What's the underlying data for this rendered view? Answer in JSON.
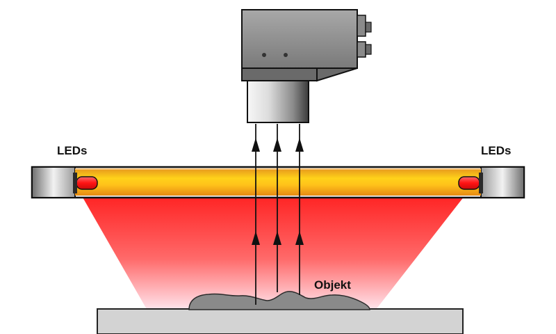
{
  "labels": {
    "leds_left": "LEDs",
    "leds_right": "LEDs",
    "object": "Objekt"
  },
  "colors": {
    "light_cone_top": "#ff2a2a",
    "light_cone_bottom": "#ffe3ec",
    "led_strip_center": "#ffd21a",
    "led_strip_edge": "#e8a21a",
    "led_emitter": "#ff1a1a",
    "camera_body": "#8a8a8a",
    "object": "#808080",
    "stage": "#d4d4d4",
    "outline": "#111111"
  },
  "icons": {
    "camera": "camera-icon",
    "led_bar": "led-bar-icon",
    "light_ray": "arrow-up-icon"
  }
}
